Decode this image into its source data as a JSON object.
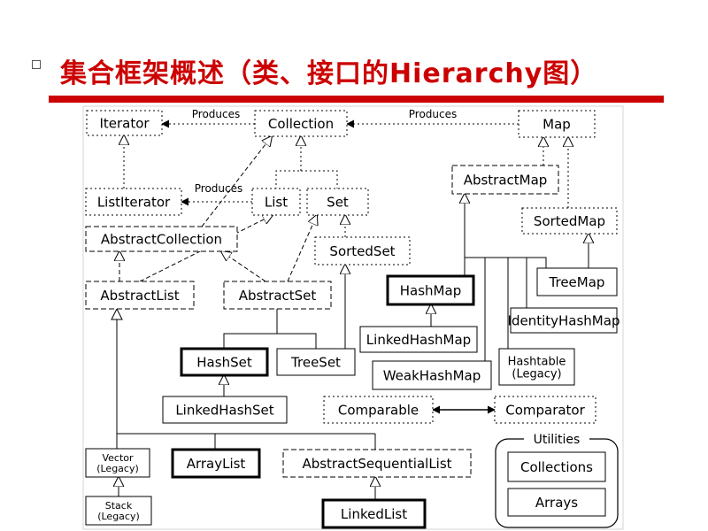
{
  "slide": {
    "title": "集合框架概述（类、接口的Hierarchy图）",
    "title_color": "#cc0000",
    "title_rule_color": "#cc0000"
  },
  "diagram": {
    "nodes": [
      {
        "id": "iterator",
        "label": "Iterator",
        "kind": "interface"
      },
      {
        "id": "collection",
        "label": "Collection",
        "kind": "interface"
      },
      {
        "id": "map",
        "label": "Map",
        "kind": "interface"
      },
      {
        "id": "listiterator",
        "label": "ListIterator",
        "kind": "interface"
      },
      {
        "id": "list",
        "label": "List",
        "kind": "interface"
      },
      {
        "id": "set",
        "label": "Set",
        "kind": "interface"
      },
      {
        "id": "abstractmap",
        "label": "AbstractMap",
        "kind": "abstract"
      },
      {
        "id": "sortedmap",
        "label": "SortedMap",
        "kind": "interface"
      },
      {
        "id": "abstractcollection",
        "label": "AbstractCollection",
        "kind": "abstract"
      },
      {
        "id": "sortedset",
        "label": "SortedSet",
        "kind": "interface"
      },
      {
        "id": "abstractlist",
        "label": "AbstractList",
        "kind": "abstract"
      },
      {
        "id": "abstractset",
        "label": "AbstractSet",
        "kind": "abstract"
      },
      {
        "id": "hashmap",
        "label": "HashMap",
        "kind": "key"
      },
      {
        "id": "treemap",
        "label": "TreeMap",
        "kind": "class"
      },
      {
        "id": "identityhashmap",
        "label": "IdentityHashMap",
        "kind": "class"
      },
      {
        "id": "linkedhashmap",
        "label": "LinkedHashMap",
        "kind": "class"
      },
      {
        "id": "hashset",
        "label": "HashSet",
        "kind": "key"
      },
      {
        "id": "treeset",
        "label": "TreeSet",
        "kind": "class"
      },
      {
        "id": "weakhashmap",
        "label": "WeakHashMap",
        "kind": "class"
      },
      {
        "id": "hashtable",
        "label": "Hashtable",
        "label2": "(Legacy)",
        "kind": "class"
      },
      {
        "id": "linkedhashset",
        "label": "LinkedHashSet",
        "kind": "class"
      },
      {
        "id": "comparable",
        "label": "Comparable",
        "kind": "interface"
      },
      {
        "id": "comparator",
        "label": "Comparator",
        "kind": "interface"
      },
      {
        "id": "vector",
        "label": "Vector",
        "label2": "(Legacy)",
        "kind": "class"
      },
      {
        "id": "arraylist",
        "label": "ArrayList",
        "kind": "key"
      },
      {
        "id": "abstractsequentiallist",
        "label": "AbstractSequentialList",
        "kind": "abstract"
      },
      {
        "id": "stack",
        "label": "Stack",
        "label2": "(Legacy)",
        "kind": "class"
      },
      {
        "id": "linkedlist",
        "label": "LinkedList",
        "kind": "key"
      },
      {
        "id": "utilities",
        "label": "Utilities",
        "kind": "group"
      },
      {
        "id": "collections",
        "label": "Collections",
        "kind": "class"
      },
      {
        "id": "arrays",
        "label": "Arrays",
        "kind": "class"
      }
    ],
    "relation_labels": {
      "collection_iterator": "Produces",
      "map_collection": "Produces",
      "list_listiterator": "Produces"
    }
  }
}
